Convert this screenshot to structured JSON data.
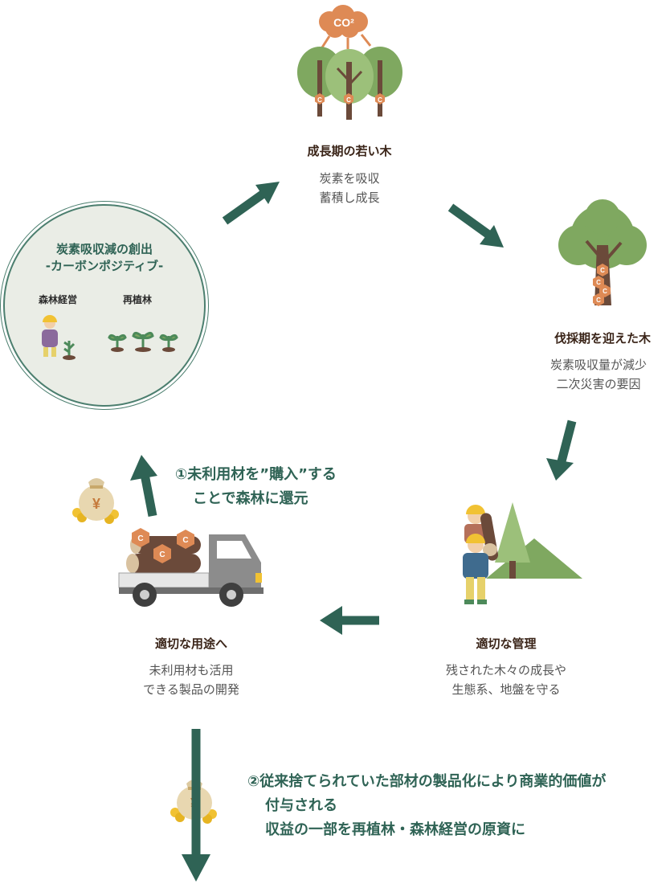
{
  "colors": {
    "arrow": "#2f6355",
    "tree_green": "#7fa860",
    "trunk": "#6b4a3a",
    "carbon_orange": "#de8a55",
    "truck_gray": "#a0a0a0",
    "circle_bg": "#eaede6"
  },
  "cloud": {
    "label": "CO²"
  },
  "carbon_badge": {
    "label": "C"
  },
  "yen_badge": {
    "label": "¥"
  },
  "stage_young": {
    "title": "成長期の若い木",
    "desc": [
      "炭素を吸収",
      "蓄積し成長"
    ]
  },
  "stage_harvest": {
    "title": "伐採期を迎えた木",
    "desc": [
      "炭素吸収量が減少",
      "二次災害の要因"
    ]
  },
  "stage_manage": {
    "title": "適切な管理",
    "desc": [
      "残された木々の成長や",
      "生態系、地盤を守る"
    ]
  },
  "stage_use": {
    "title": "適切な用途へ",
    "desc": [
      "未利用材も活用",
      "できる製品の開発"
    ]
  },
  "circle": {
    "title_lines": [
      "炭素吸収減の創出",
      "-カーボンポジティブ-"
    ],
    "left_label": "森林経営",
    "right_label": "再植林"
  },
  "note1": [
    "①未利用材を”購入”する",
    "ことで森林に還元"
  ],
  "note2": [
    "②従来捨てられていた部材の製品化により商業的価値が",
    "付与される",
    "収益の一部を再植林・森林経営の原資に"
  ]
}
